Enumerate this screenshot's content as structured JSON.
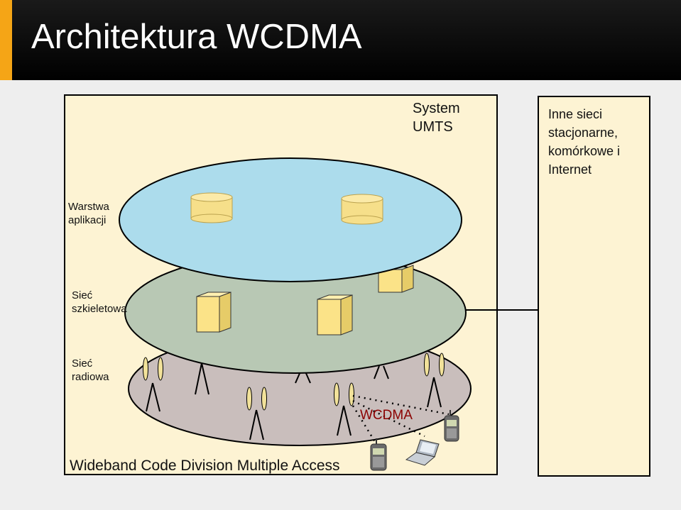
{
  "slide": {
    "title": "Architektura WCDMA",
    "accent_color": "#f5a516"
  },
  "umts": {
    "label": "System\nUMTS",
    "box_color": "#fdf3d3"
  },
  "other_networks": {
    "label": "Inne sieci\nstacjonarne,\nkomórkowe i\nInternet"
  },
  "layers": {
    "application": {
      "label": "Warstwa\naplikacji",
      "color": "#acdcec"
    },
    "core": {
      "label": "Sieć\nszkieletowa",
      "color": "#b8c8b4"
    },
    "radio": {
      "label": "Sieć\nradiowa",
      "color": "#c9bebc"
    }
  },
  "wcdma_label": "WCDMA",
  "footer": "Wideband Code Division Multiple Access",
  "icons": [
    "database-icon",
    "server-icon",
    "antenna-icon",
    "mobile-phone-icon",
    "laptop-icon"
  ]
}
